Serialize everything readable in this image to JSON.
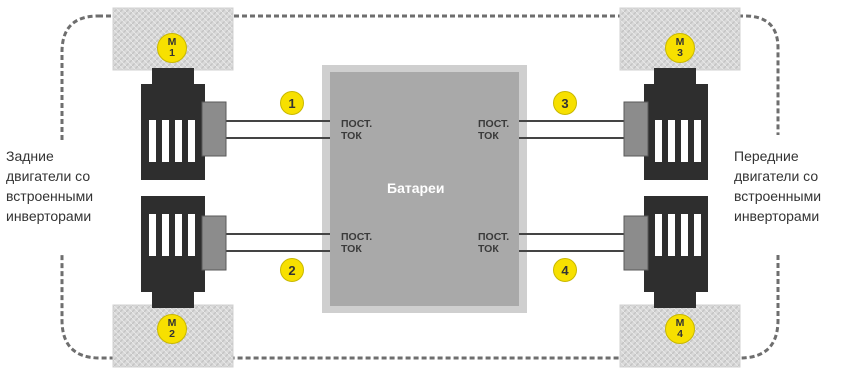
{
  "labels": {
    "rear": "Задние\nдвигатели со\nвстроенными\nинверторами",
    "front": "Передние\nдвигатели со\nвстроенными\nинверторами",
    "battery": "Батареи"
  },
  "dc": {
    "top_left": "ПОСТ.\nТОК",
    "top_right": "ПОСТ.\nТОК",
    "bottom_left": "ПОСТ.\nТОК",
    "bottom_right": "ПОСТ.\nТОК"
  },
  "connections": [
    "1",
    "2",
    "3",
    "4"
  ],
  "motors": [
    {
      "letter": "M",
      "number": "1"
    },
    {
      "letter": "M",
      "number": "2"
    },
    {
      "letter": "M",
      "number": "3"
    },
    {
      "letter": "M",
      "number": "4"
    }
  ],
  "colors": {
    "badge": "#f7e000",
    "battery_fill": "#a9a9a9",
    "battery_border": "#cfcfcf",
    "motor_dark": "#2e2e2e",
    "motor_gray": "#8c8c8c",
    "wheel": "#d4d4d4",
    "outline": "#6e6e6e"
  }
}
